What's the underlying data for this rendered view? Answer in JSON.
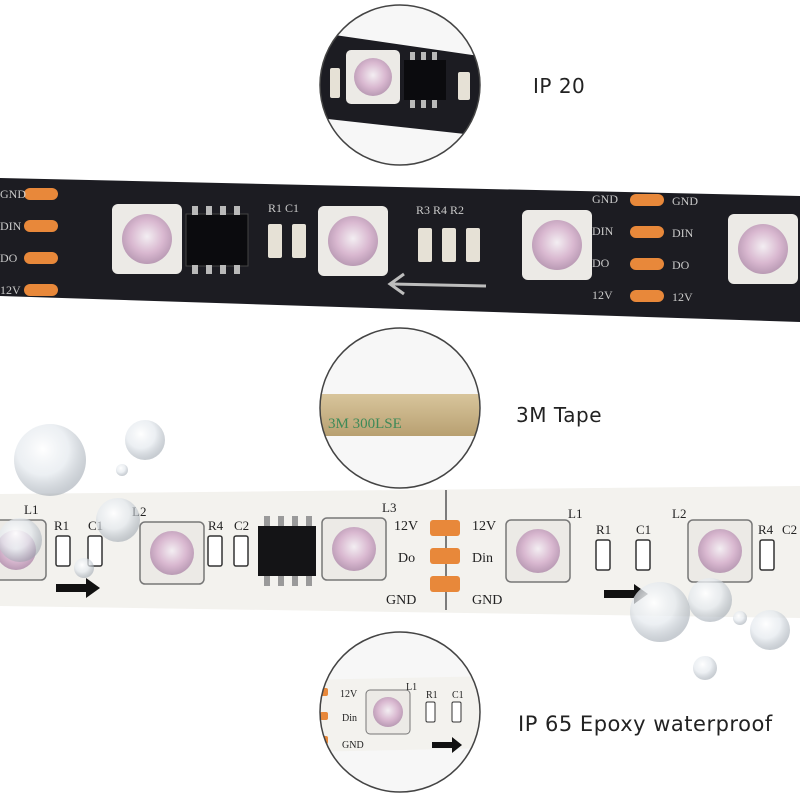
{
  "captions": {
    "ip20": "IP 20",
    "tape": "3M Tape",
    "ip65": "IP 65 Epoxy waterproof"
  },
  "black_strip": {
    "pad_labels_left": [
      "GND",
      "DIN",
      "DO",
      "12V"
    ],
    "pad_labels_right": [
      "GND",
      "DIN",
      "DO",
      "12V"
    ],
    "pad_labels_mid": [
      "GND",
      "DIN",
      "DO",
      "12V"
    ],
    "component_labels": [
      "R1 C1",
      "R3 R4 R2"
    ]
  },
  "tape_label": "3M 300LSE",
  "white_strip": {
    "labels_left_seg": [
      "L1",
      "R1",
      "C1",
      "L2",
      "R4",
      "C2",
      "L3"
    ],
    "pad_labels_a": [
      "12V",
      "Do",
      "GND"
    ],
    "pad_labels_b": [
      "12V",
      "Din",
      "GND"
    ],
    "labels_right_seg": [
      "L1",
      "R1",
      "C1",
      "L2",
      "R4",
      "C2"
    ]
  },
  "zoom_ip65_labels": [
    "12V",
    "Din",
    "GND",
    "L1",
    "R1",
    "C1"
  ],
  "colors": {
    "strip_black": "#1c1c22",
    "pad_orange": "#e8883a",
    "led_white": "#eceae6",
    "led_lens": "#d9b8d0",
    "tape": "#c9b48a",
    "tape_text": "#3e8a58"
  }
}
